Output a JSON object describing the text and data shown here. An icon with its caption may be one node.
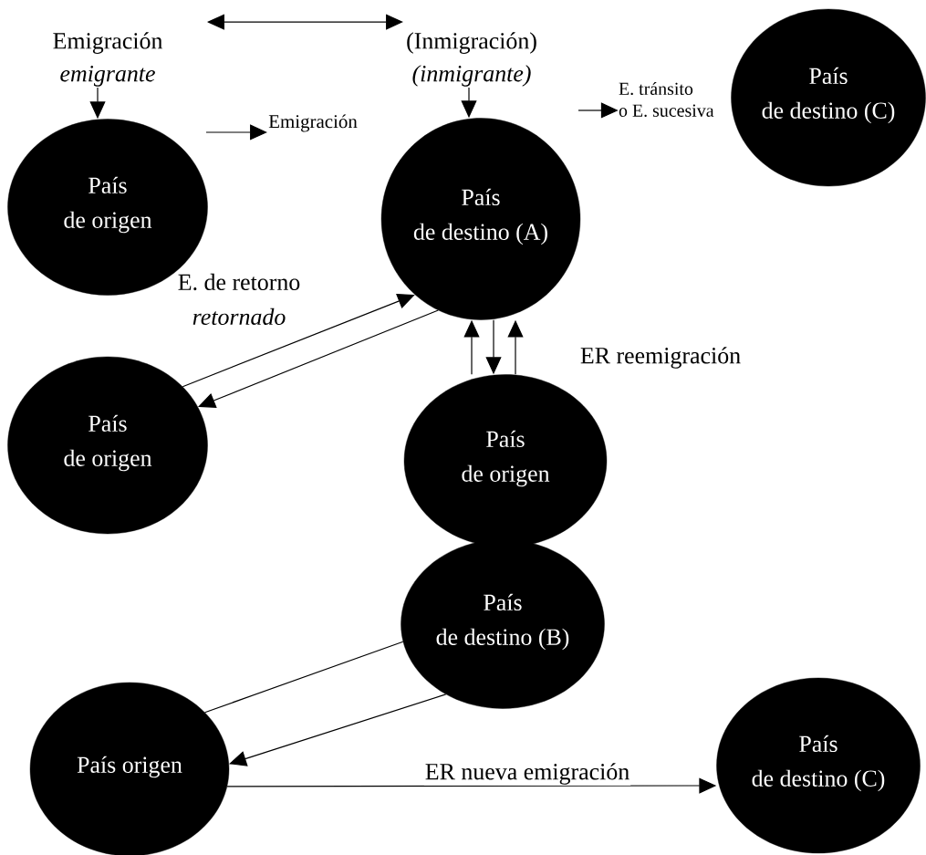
{
  "diagram": {
    "nodes": [
      {
        "text": [
          "Emigración",
          "emigrante"
        ]
      },
      {
        "text": [
          "(Inmigración)",
          "(inmigrante)"
        ]
      },
      {
        "text": [
          "País de origen"
        ]
      },
      {
        "text": [
          "Emigración"
        ]
      },
      {
        "text": [
          "País de destino (A)"
        ]
      },
      {
        "text": [
          "E. tránsito o E. sucesiva"
        ]
      },
      {
        "text": [
          "País de destino (C)"
        ]
      },
      {
        "text": [
          "País de origen"
        ]
      },
      {
        "text": [
          "País de origen"
        ]
      },
      {
        "text": [
          "País de destino (B)"
        ]
      },
      {
        "text": [
          "País origen"
        ]
      },
      {
        "text": [
          "País de destino (C)"
        ]
      }
    ],
    "edges": [
      {
        "from": 0,
        "to": 1,
        "arrow": "both"
      },
      {
        "from": 0,
        "to": 2,
        "arrow": "to"
      },
      {
        "from": 1,
        "to": 4,
        "arrow": "to"
      },
      {
        "from": null,
        "to": 3,
        "arrow": "to"
      },
      {
        "from": null,
        "to": 5,
        "arrow": "to"
      },
      {
        "from": 7,
        "to": 4,
        "arrow": "to"
      },
      {
        "from": 4,
        "to": 7,
        "arrow": "to"
      },
      {
        "from": 4,
        "to": 8,
        "arrow": "to"
      },
      {
        "from": 8,
        "to": 4,
        "arrow": "to"
      },
      {
        "from": 8,
        "to": 4,
        "arrow": "to"
      },
      {
        "from": 10,
        "to": 9,
        "arrow": "none"
      },
      {
        "from": 9,
        "to": 10,
        "arrow": "to"
      },
      {
        "from": 10,
        "to": 11,
        "arrow": "to",
        "label": "ER nueva emigración"
      }
    ],
    "labels": [
      "E. de retorno",
      "retornado",
      "ER reemigración"
    ]
  }
}
